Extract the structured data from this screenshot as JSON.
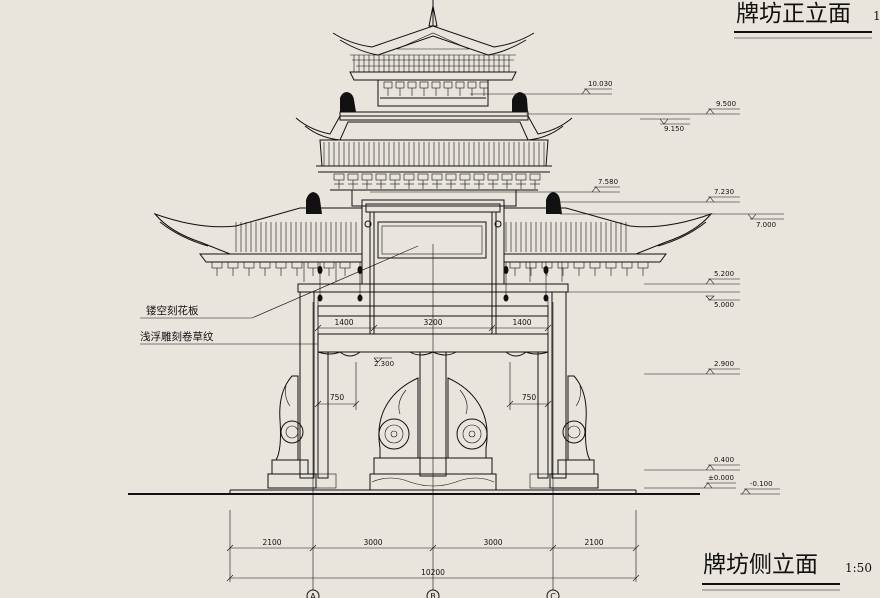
{
  "titles": {
    "front_elevation": "牌坊正立面",
    "front_scale_partial": "1",
    "side_elevation": "牌坊侧立面",
    "side_scale": "1:50"
  },
  "annotations": {
    "hollow_carved_panel": "镂空刻花板",
    "relief_scroll_pattern": "浅浮雕刻卷草纹"
  },
  "elevations": {
    "e10030": "10.030",
    "e9500": "9.500",
    "e9150": "9.150",
    "e7580": "7.580",
    "e7230": "7.230",
    "e7000": "7.000",
    "e5200": "5.200",
    "e5000": "5.000",
    "e2900": "2.900",
    "e2300": "2.300",
    "e0400": "0.400",
    "e0000": "±0.000",
    "em0100": "-0.100"
  },
  "dimensions": {
    "upper_left": "1400",
    "upper_mid": "3200",
    "upper_right": "1400",
    "bracket_left": "750",
    "bracket_right": "750",
    "bottom_1": "2100",
    "bottom_2": "3000",
    "bottom_3": "3000",
    "bottom_4": "2100",
    "total": "10200"
  },
  "axes": [
    "A",
    "B",
    "C"
  ]
}
